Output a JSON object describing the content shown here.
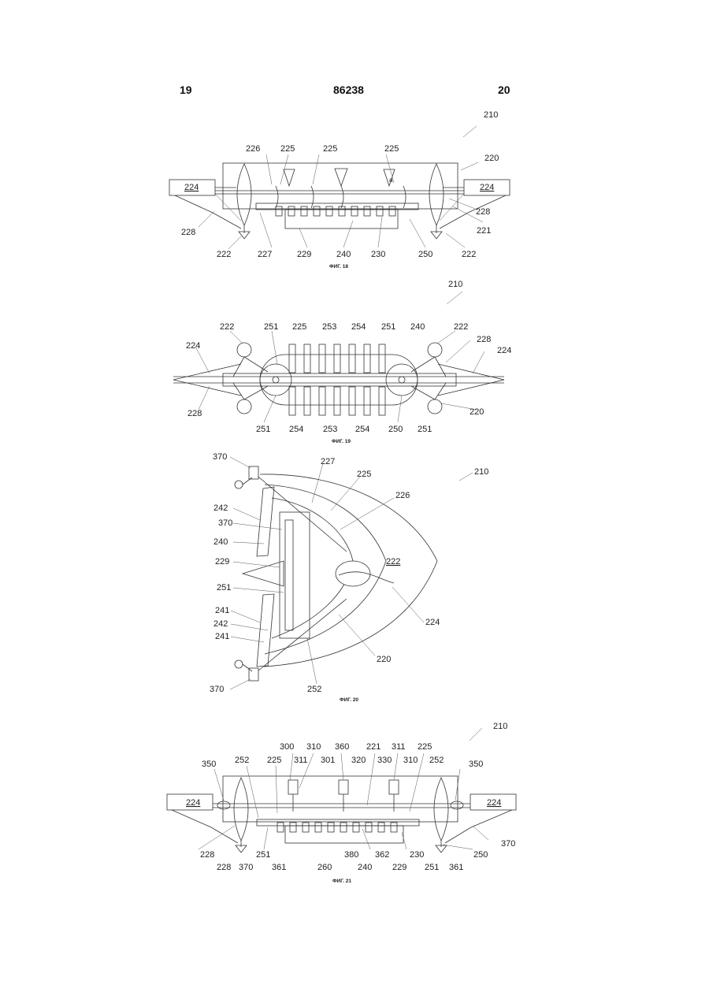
{
  "header": {
    "left": "19",
    "center": "86238",
    "right": "20"
  },
  "figures": [
    {
      "caption": "ФИГ. 18",
      "labels": [
        "210",
        "226",
        "225",
        "225",
        "225",
        "220",
        "224",
        "224",
        "228",
        "228",
        "222",
        "227",
        "229",
        "240",
        "230",
        "250",
        "222",
        "221",
        "a"
      ]
    },
    {
      "caption": "ФИГ. 19",
      "labels": [
        "210",
        "222",
        "251",
        "225",
        "253",
        "254",
        "251",
        "240",
        "222",
        "228",
        "224",
        "224",
        "228",
        "251",
        "254",
        "253",
        "254",
        "250",
        "251",
        "220"
      ]
    },
    {
      "caption": "ФИГ. 20",
      "labels": [
        "370",
        "227",
        "225",
        "210",
        "226",
        "242",
        "370",
        "240",
        "229",
        "222",
        "251",
        "241",
        "242",
        "241",
        "224",
        "220",
        "370",
        "252"
      ]
    },
    {
      "caption": "ФИГ. 21",
      "labels": [
        "210",
        "300",
        "310",
        "360",
        "221",
        "311",
        "225",
        "350",
        "252",
        "225",
        "311",
        "301",
        "320",
        "330",
        "310",
        "252",
        "350",
        "224",
        "224",
        "228",
        "251",
        "380",
        "362",
        "230",
        "250",
        "370",
        "228",
        "370",
        "361",
        "260",
        "240",
        "229",
        "251",
        "361"
      ]
    }
  ]
}
